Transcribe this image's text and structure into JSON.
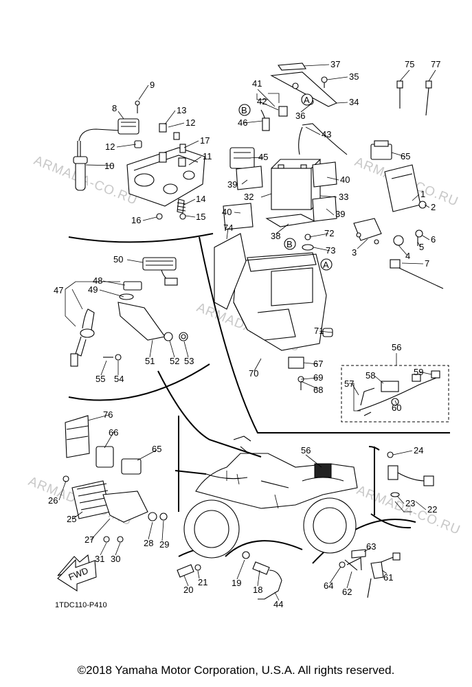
{
  "watermark": "ARMADA-CO.RU",
  "drawing_code": "1TDC110-P410",
  "fwd_label": "FWD",
  "ref_a": "A",
  "ref_b": "B",
  "copyright": "©2018 Yamaha Motor Corporation, U.S.A. All rights reserved.",
  "callouts": [
    "1",
    "2",
    "3",
    "4",
    "5",
    "6",
    "7",
    "8",
    "9",
    "10",
    "11",
    "12",
    "12",
    "13",
    "14",
    "15",
    "16",
    "17",
    "18",
    "19",
    "20",
    "21",
    "22",
    "23",
    "24",
    "25",
    "26",
    "27",
    "28",
    "29",
    "30",
    "31",
    "32",
    "33",
    "34",
    "35",
    "36",
    "37",
    "38",
    "39",
    "39",
    "40",
    "40",
    "41",
    "42",
    "43",
    "44",
    "45",
    "46",
    "47",
    "48",
    "49",
    "50",
    "51",
    "52",
    "53",
    "54",
    "55",
    "56",
    "56",
    "57",
    "58",
    "59",
    "60",
    "61",
    "62",
    "63",
    "64",
    "65",
    "65",
    "66",
    "67",
    "68",
    "69",
    "70",
    "71",
    "72",
    "73",
    "74",
    "75",
    "76",
    "77"
  ]
}
